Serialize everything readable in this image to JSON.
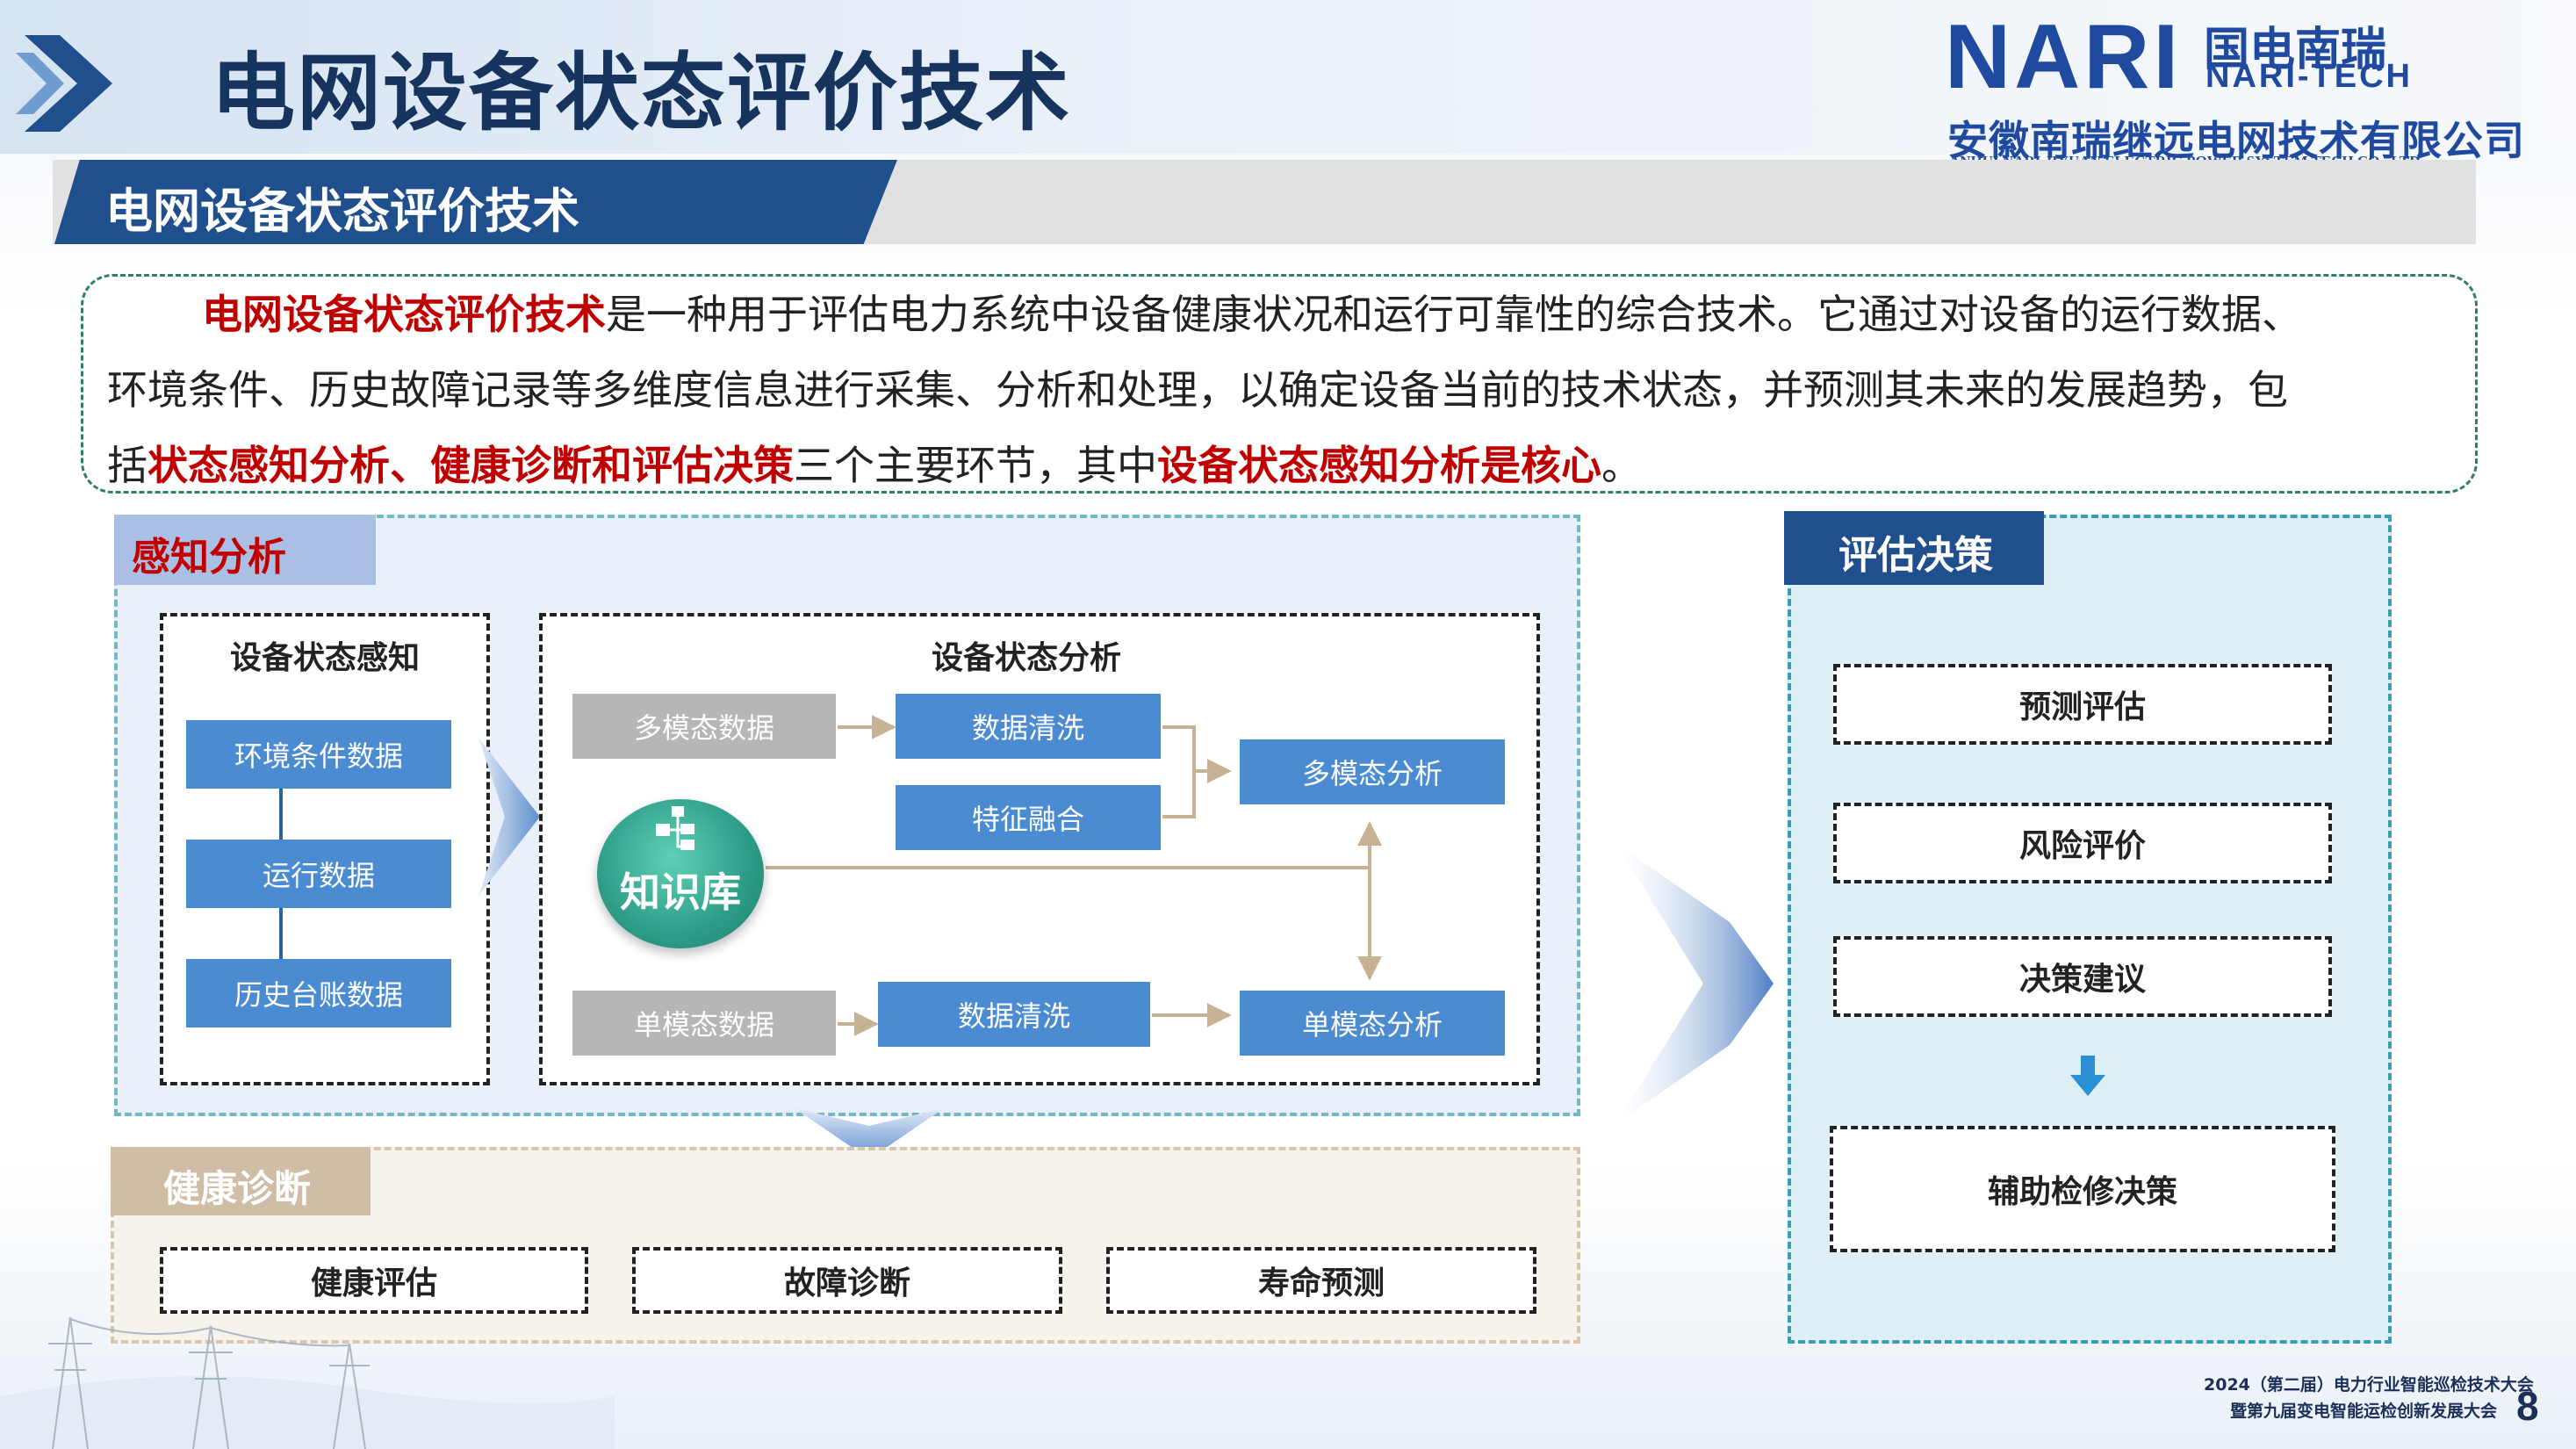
{
  "header": {
    "title": "电网设备状态评价技术",
    "logo": {
      "brand": "NARI",
      "brand_cn": "国电南瑞",
      "brand_en": "NARI-TECH",
      "company": "安徽南瑞继远电网技术有限公司",
      "company_en": "ANHUI NARI JIYUAN ELECTRIC POWER SYSTEM TECH CO., LTD."
    }
  },
  "section": {
    "title": "电网设备状态评价技术"
  },
  "intro": {
    "l1_term": "电网设备状态评价技术",
    "l1_rest": "是一种用于评估电力系统中设备健康状况和运行可靠性的综合技术。它通过对设备的运行数据、",
    "l2": "环境条件、历史故障记录等多维度信息进行采集、分析和处理，以确定设备当前的技术状态，并预测其未来的发展趋势，包",
    "l3_pre": "括",
    "l3_hl": "状态感知分析、健康诊断和评估决策",
    "l3_mid": "三个主要环节，其中",
    "l3_hl2": "设备状态感知分析是核心",
    "l3_end": "。"
  },
  "perception": {
    "tab": "感知分析",
    "sensing": {
      "title": "设备状态感知",
      "items": [
        "环境条件数据",
        "运行数据",
        "历史台账数据"
      ]
    },
    "analysis": {
      "title": "设备状态分析",
      "multi_modal_data": "多模态数据",
      "clean_1": "数据清洗",
      "fusion": "特征融合",
      "multi_modal_analysis": "多模态分析",
      "knowledge_base": "知识库",
      "single_modal_data": "单模态数据",
      "clean_2": "数据清洗",
      "single_modal_analysis": "单模态分析"
    }
  },
  "health": {
    "tab": "健康诊断",
    "items": [
      "健康评估",
      "故障诊断",
      "寿命预测"
    ]
  },
  "evaluation": {
    "tab": "评估决策",
    "items": [
      "预测评估",
      "风险评价",
      "决策建议"
    ],
    "final": "辅助检修决策"
  },
  "footer": {
    "line1": "2024（第二届）电力行业智能巡检技术大会",
    "line2": "暨第九届变电智能运检创新发展大会",
    "page": "8"
  },
  "colors": {
    "dark_blue": "#1f4f8c",
    "highlight_red": "#c00000",
    "node_blue": "#4a8bd2",
    "node_gray": "#b6b6b6",
    "knowledge_green": "#2d9c87"
  }
}
